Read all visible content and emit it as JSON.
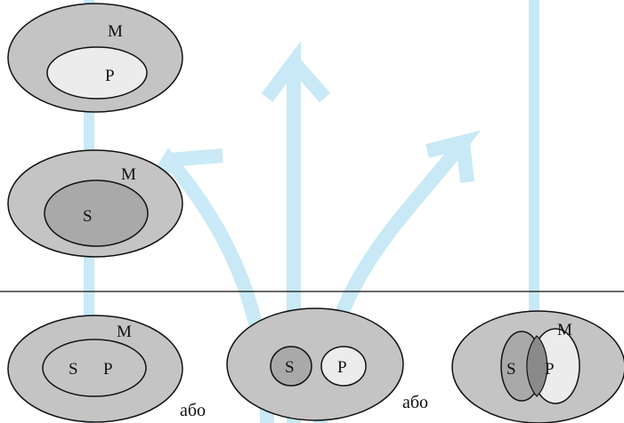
{
  "colors": {
    "outer_fill": "#c4c4c4",
    "s_fill": "#a9a9a9",
    "p_fill": "#ececec",
    "overlap_fill": "#8a8a8a",
    "stroke": "#111111",
    "watermark": "#bfe6f4",
    "divider": "#111111"
  },
  "watermark": {
    "icon": "fork-arrows-logo-watermark"
  },
  "diagram_1": {
    "outer_label": "M",
    "inner_label": "P"
  },
  "diagram_2": {
    "outer_label": "M",
    "inner_label": "S"
  },
  "diagram_3": {
    "outer_label": "M",
    "s_label": "S",
    "p_label": "P"
  },
  "diagram_4": {
    "s_label": "S",
    "p_label": "P"
  },
  "diagram_5": {
    "outer_label": "M",
    "s_label": "S",
    "p_label": "P"
  },
  "connectors": {
    "first": "або",
    "second": "або"
  }
}
